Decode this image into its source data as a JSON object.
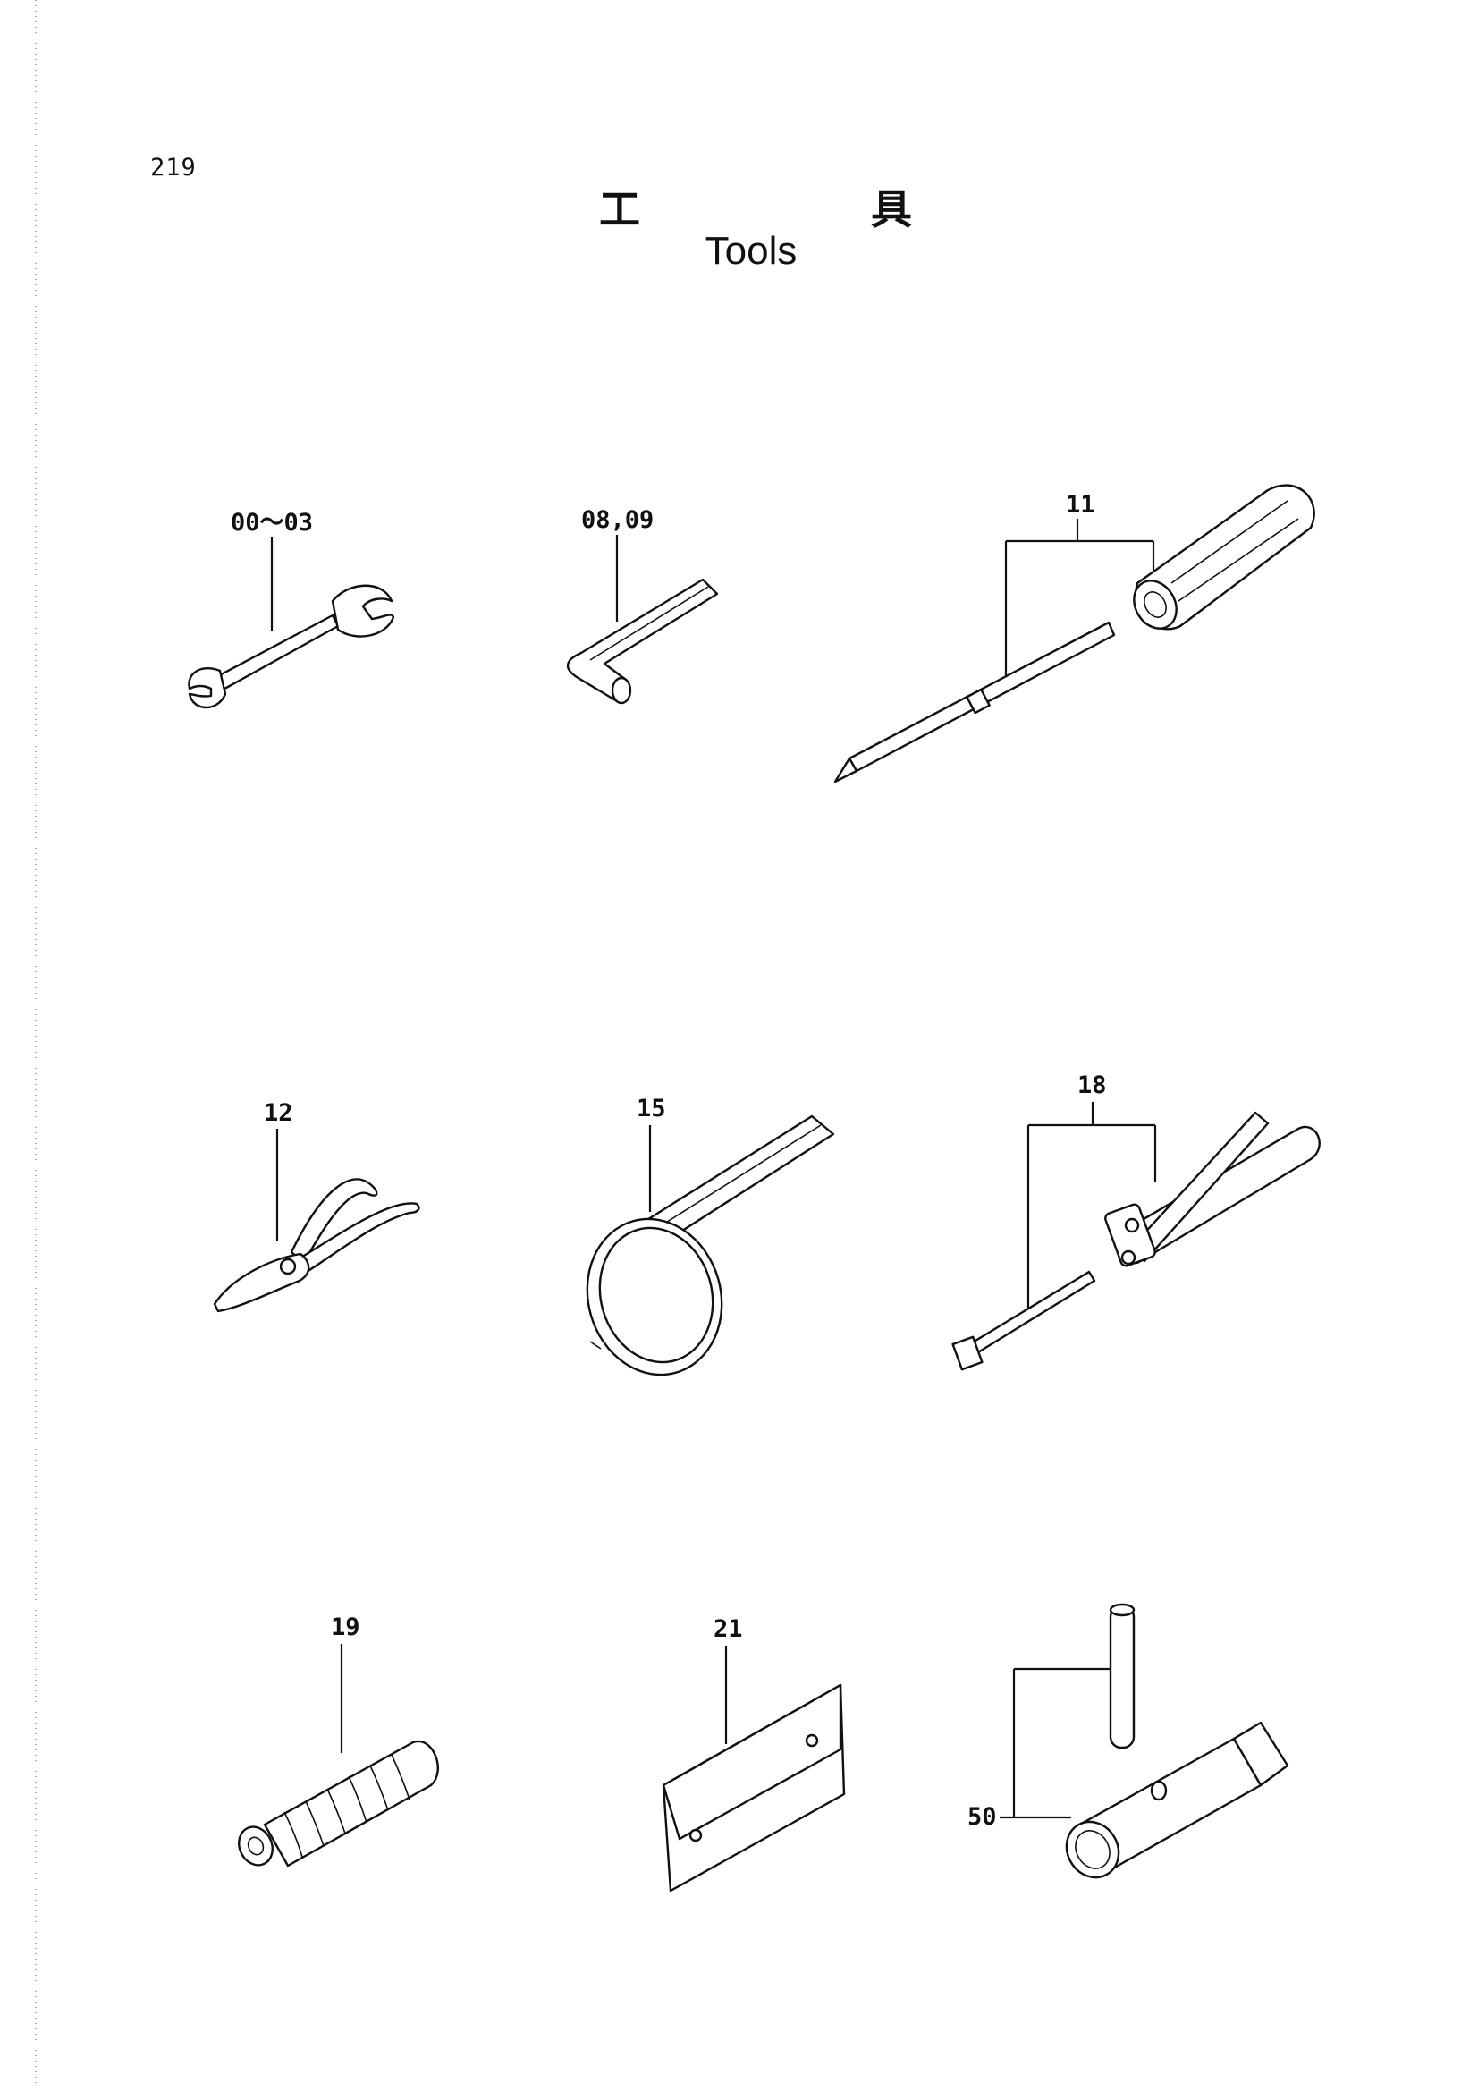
{
  "page": {
    "number": "219"
  },
  "title": {
    "jp_left": "工",
    "jp_right": "具",
    "en": "Tools"
  },
  "parts": [
    {
      "id": "wrench",
      "label": "00～03"
    },
    {
      "id": "hex-key",
      "label": "08,09"
    },
    {
      "id": "screwdriver",
      "label": "11"
    },
    {
      "id": "pliers",
      "label": "12"
    },
    {
      "id": "filter-wrench",
      "label": "15"
    },
    {
      "id": "grease-gun",
      "label": "18"
    },
    {
      "id": "grease-boot",
      "label": "19"
    },
    {
      "id": "tool-bag",
      "label": "21"
    },
    {
      "id": "socket-wrench",
      "label": "50"
    }
  ]
}
